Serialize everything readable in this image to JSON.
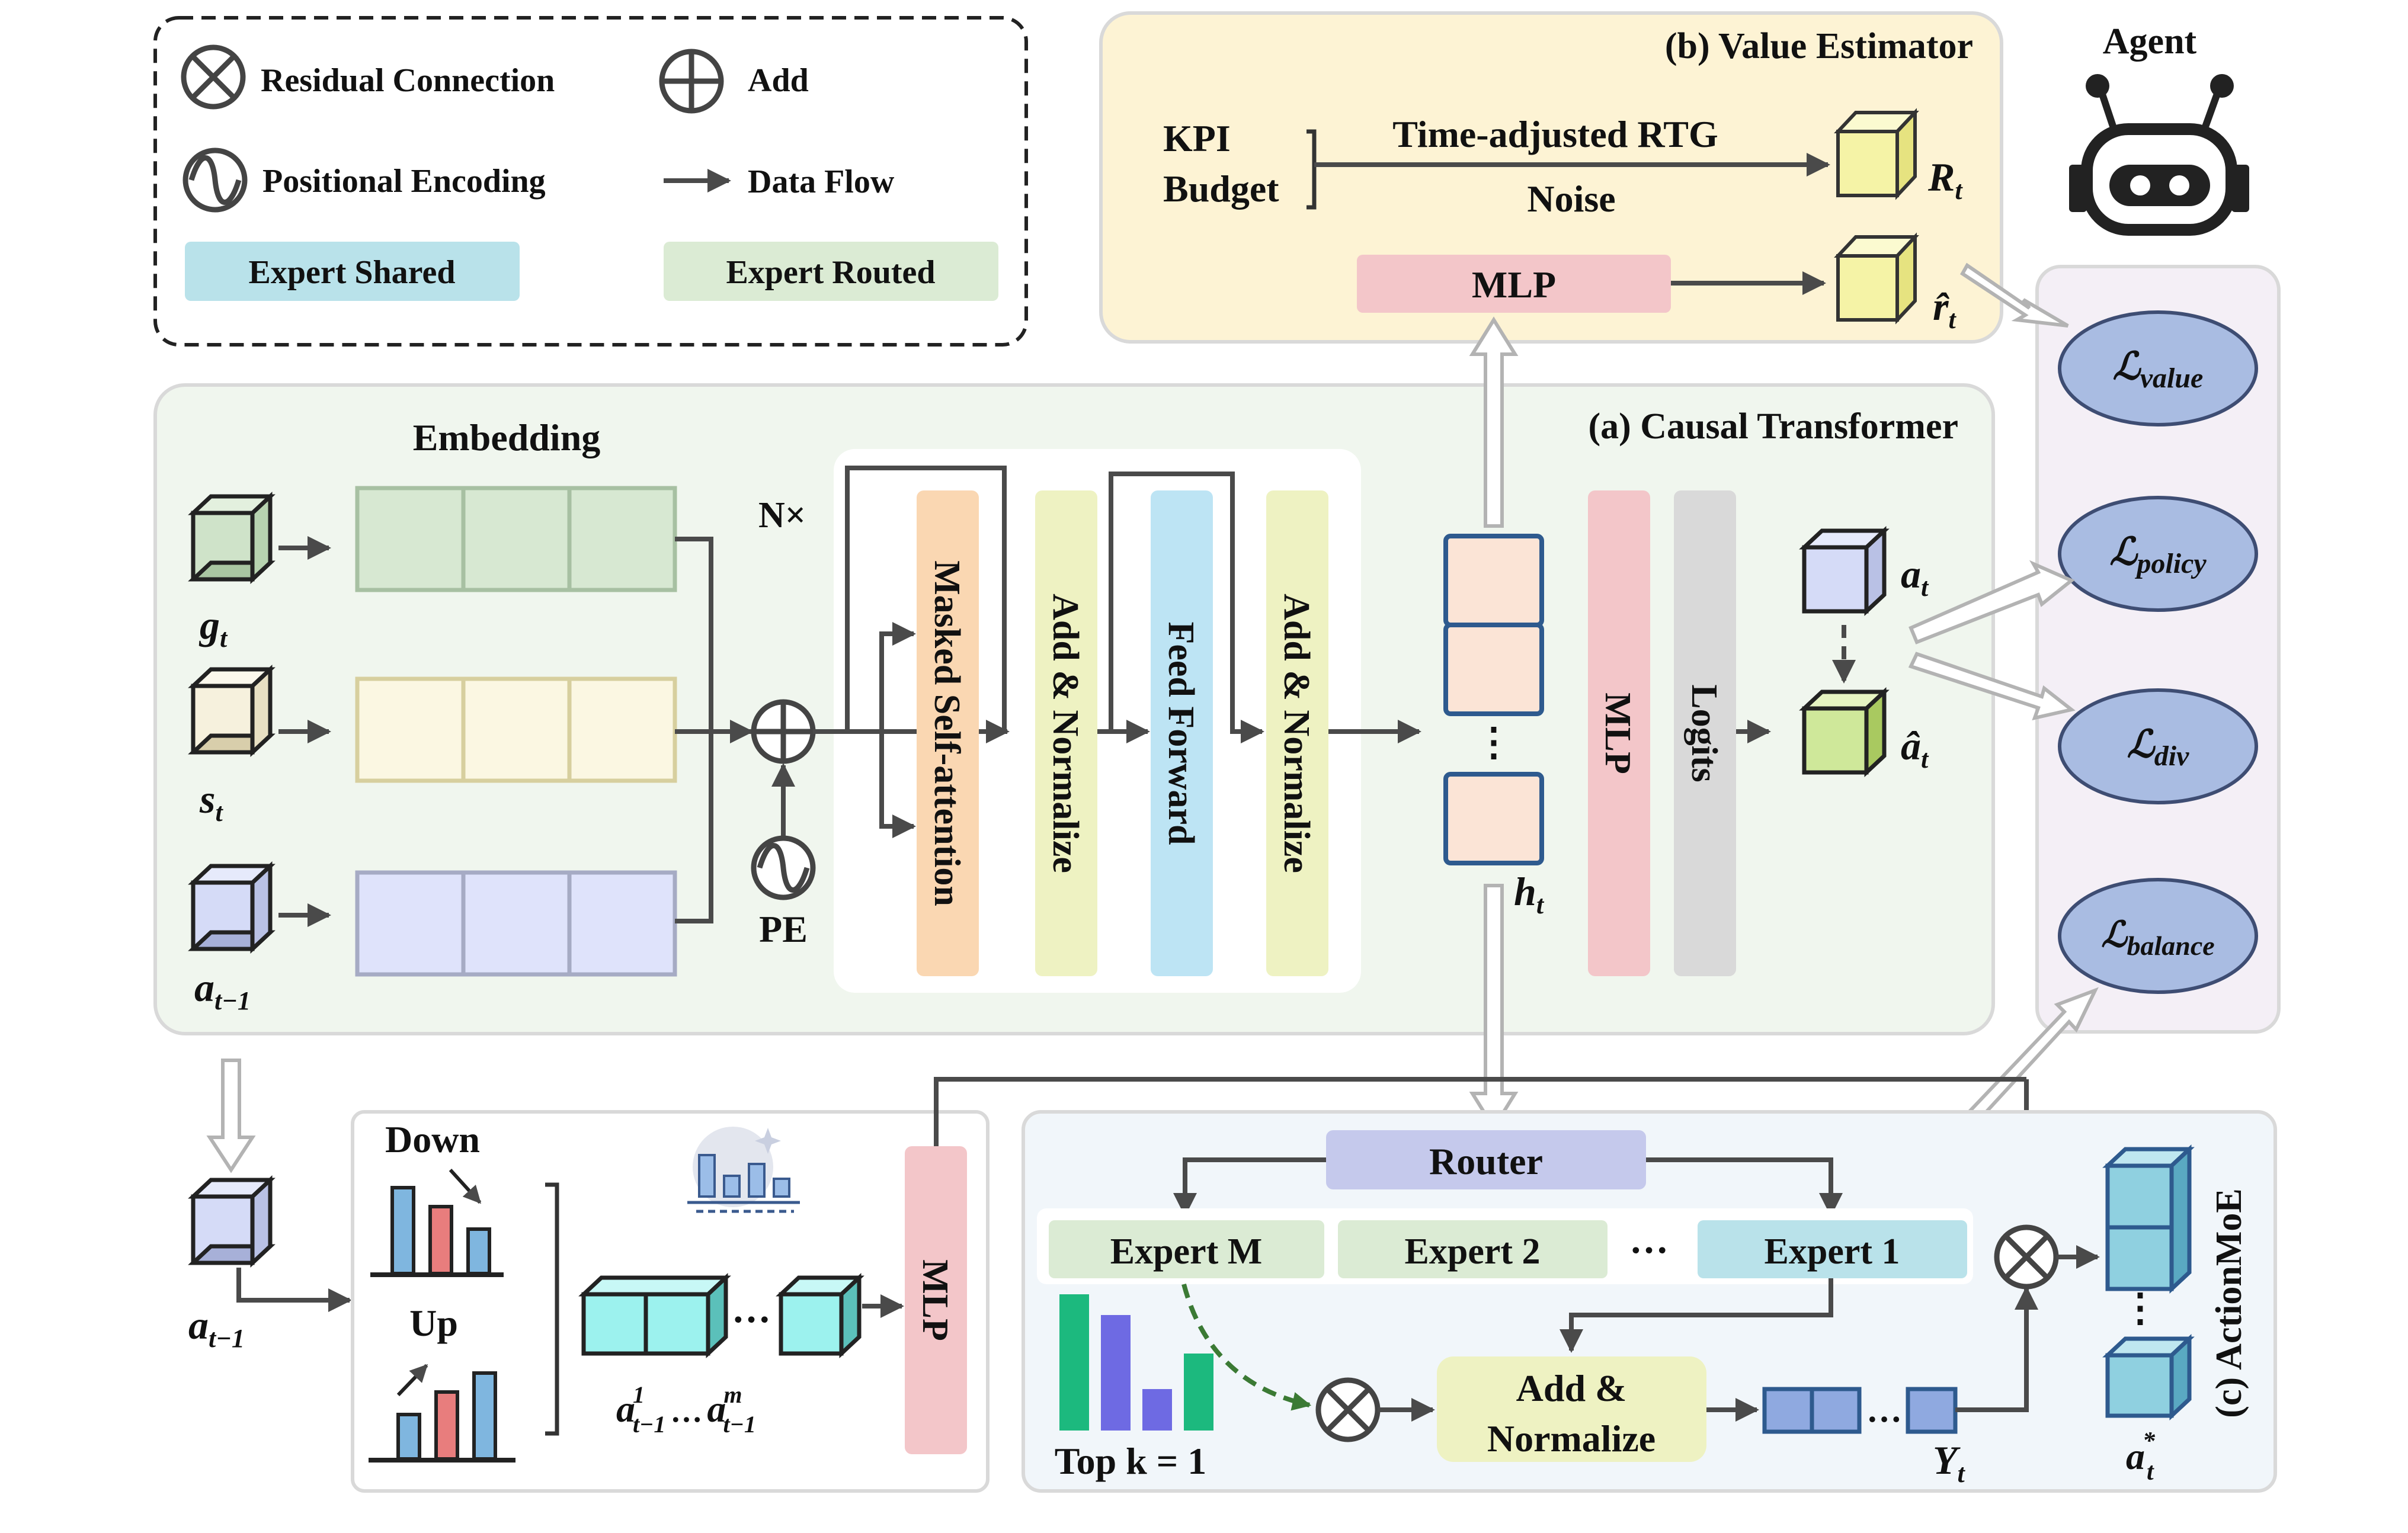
{
  "legend": {
    "residual": "Residual Connection",
    "add": "Add",
    "positional": "Positional Encoding",
    "dataflow": "Data Flow",
    "shared": "Expert Shared",
    "routed": "Expert Routed"
  },
  "value_estimator": {
    "title": "(b) Value Estimator",
    "kpi": "KPI",
    "budget": "Budget",
    "rtg": "Time-adjusted RTG",
    "noise": "Noise",
    "mlp": "MLP",
    "r_sym": "R",
    "rhat_sym": "r̂",
    "sub": "t"
  },
  "agent": {
    "label": "Agent"
  },
  "transformer": {
    "title": "(a) Causal  Transformer",
    "embedding": "Embedding",
    "g": "g",
    "s": "s",
    "a": "a",
    "sub_t": "t",
    "sub_tm1": "t−1",
    "nx": "N×",
    "pe": "PE",
    "masked": "Masked Self-attention",
    "addnorm1": "Add & Normalize",
    "ffn": "Feed Forward",
    "addnorm2": "Add & Normalize",
    "dots": "⋮",
    "h": "h",
    "mlp": "MLP",
    "logits": "Logits",
    "at": "a",
    "ahat": "â"
  },
  "losses": {
    "L": "ℒ",
    "value": "value",
    "policy": "policy",
    "div": "div",
    "balance": "balance"
  },
  "augment": {
    "a": "a",
    "sub": "t−1",
    "down": "Down",
    "up": "Up",
    "seq_a1": "a",
    "seq_sup1": "1",
    "seq_sub1": "t−1",
    "seq_dots": "…",
    "seq_am": "a",
    "seq_supm": "m",
    "seq_subm": "t−1",
    "mlp": "MLP",
    "dots": "…"
  },
  "moe": {
    "title": "(c) ActionMoE",
    "router": "Router",
    "expert_m": "Expert M",
    "expert_2": "Expert 2",
    "dots": "…",
    "expert_1": "Expert 1",
    "topk": "Top k = 1",
    "addnorm_1": "Add &",
    "addnorm_2": "Normalize",
    "y": "Y",
    "y_sub": "t",
    "astar": "a",
    "astar_sup": "*",
    "astar_sub": "t",
    "vdots": "⋮"
  },
  "colors": {
    "shared": "#b9e2ea",
    "routed": "#dbebd4",
    "router": "#c5c9ec",
    "mlp": "#f3c6c9",
    "masked": "#fad7b2",
    "addnorm": "#eef2c2",
    "ffn": "#bde4f4",
    "logits": "#d9d9d9",
    "loss": "#a9bce2",
    "estimator_bg": "#fdf3d4",
    "transformer_bg": "#f0f6ee",
    "moe_bg": "#f1f6fa",
    "loss_bg": "#f4eff6"
  }
}
